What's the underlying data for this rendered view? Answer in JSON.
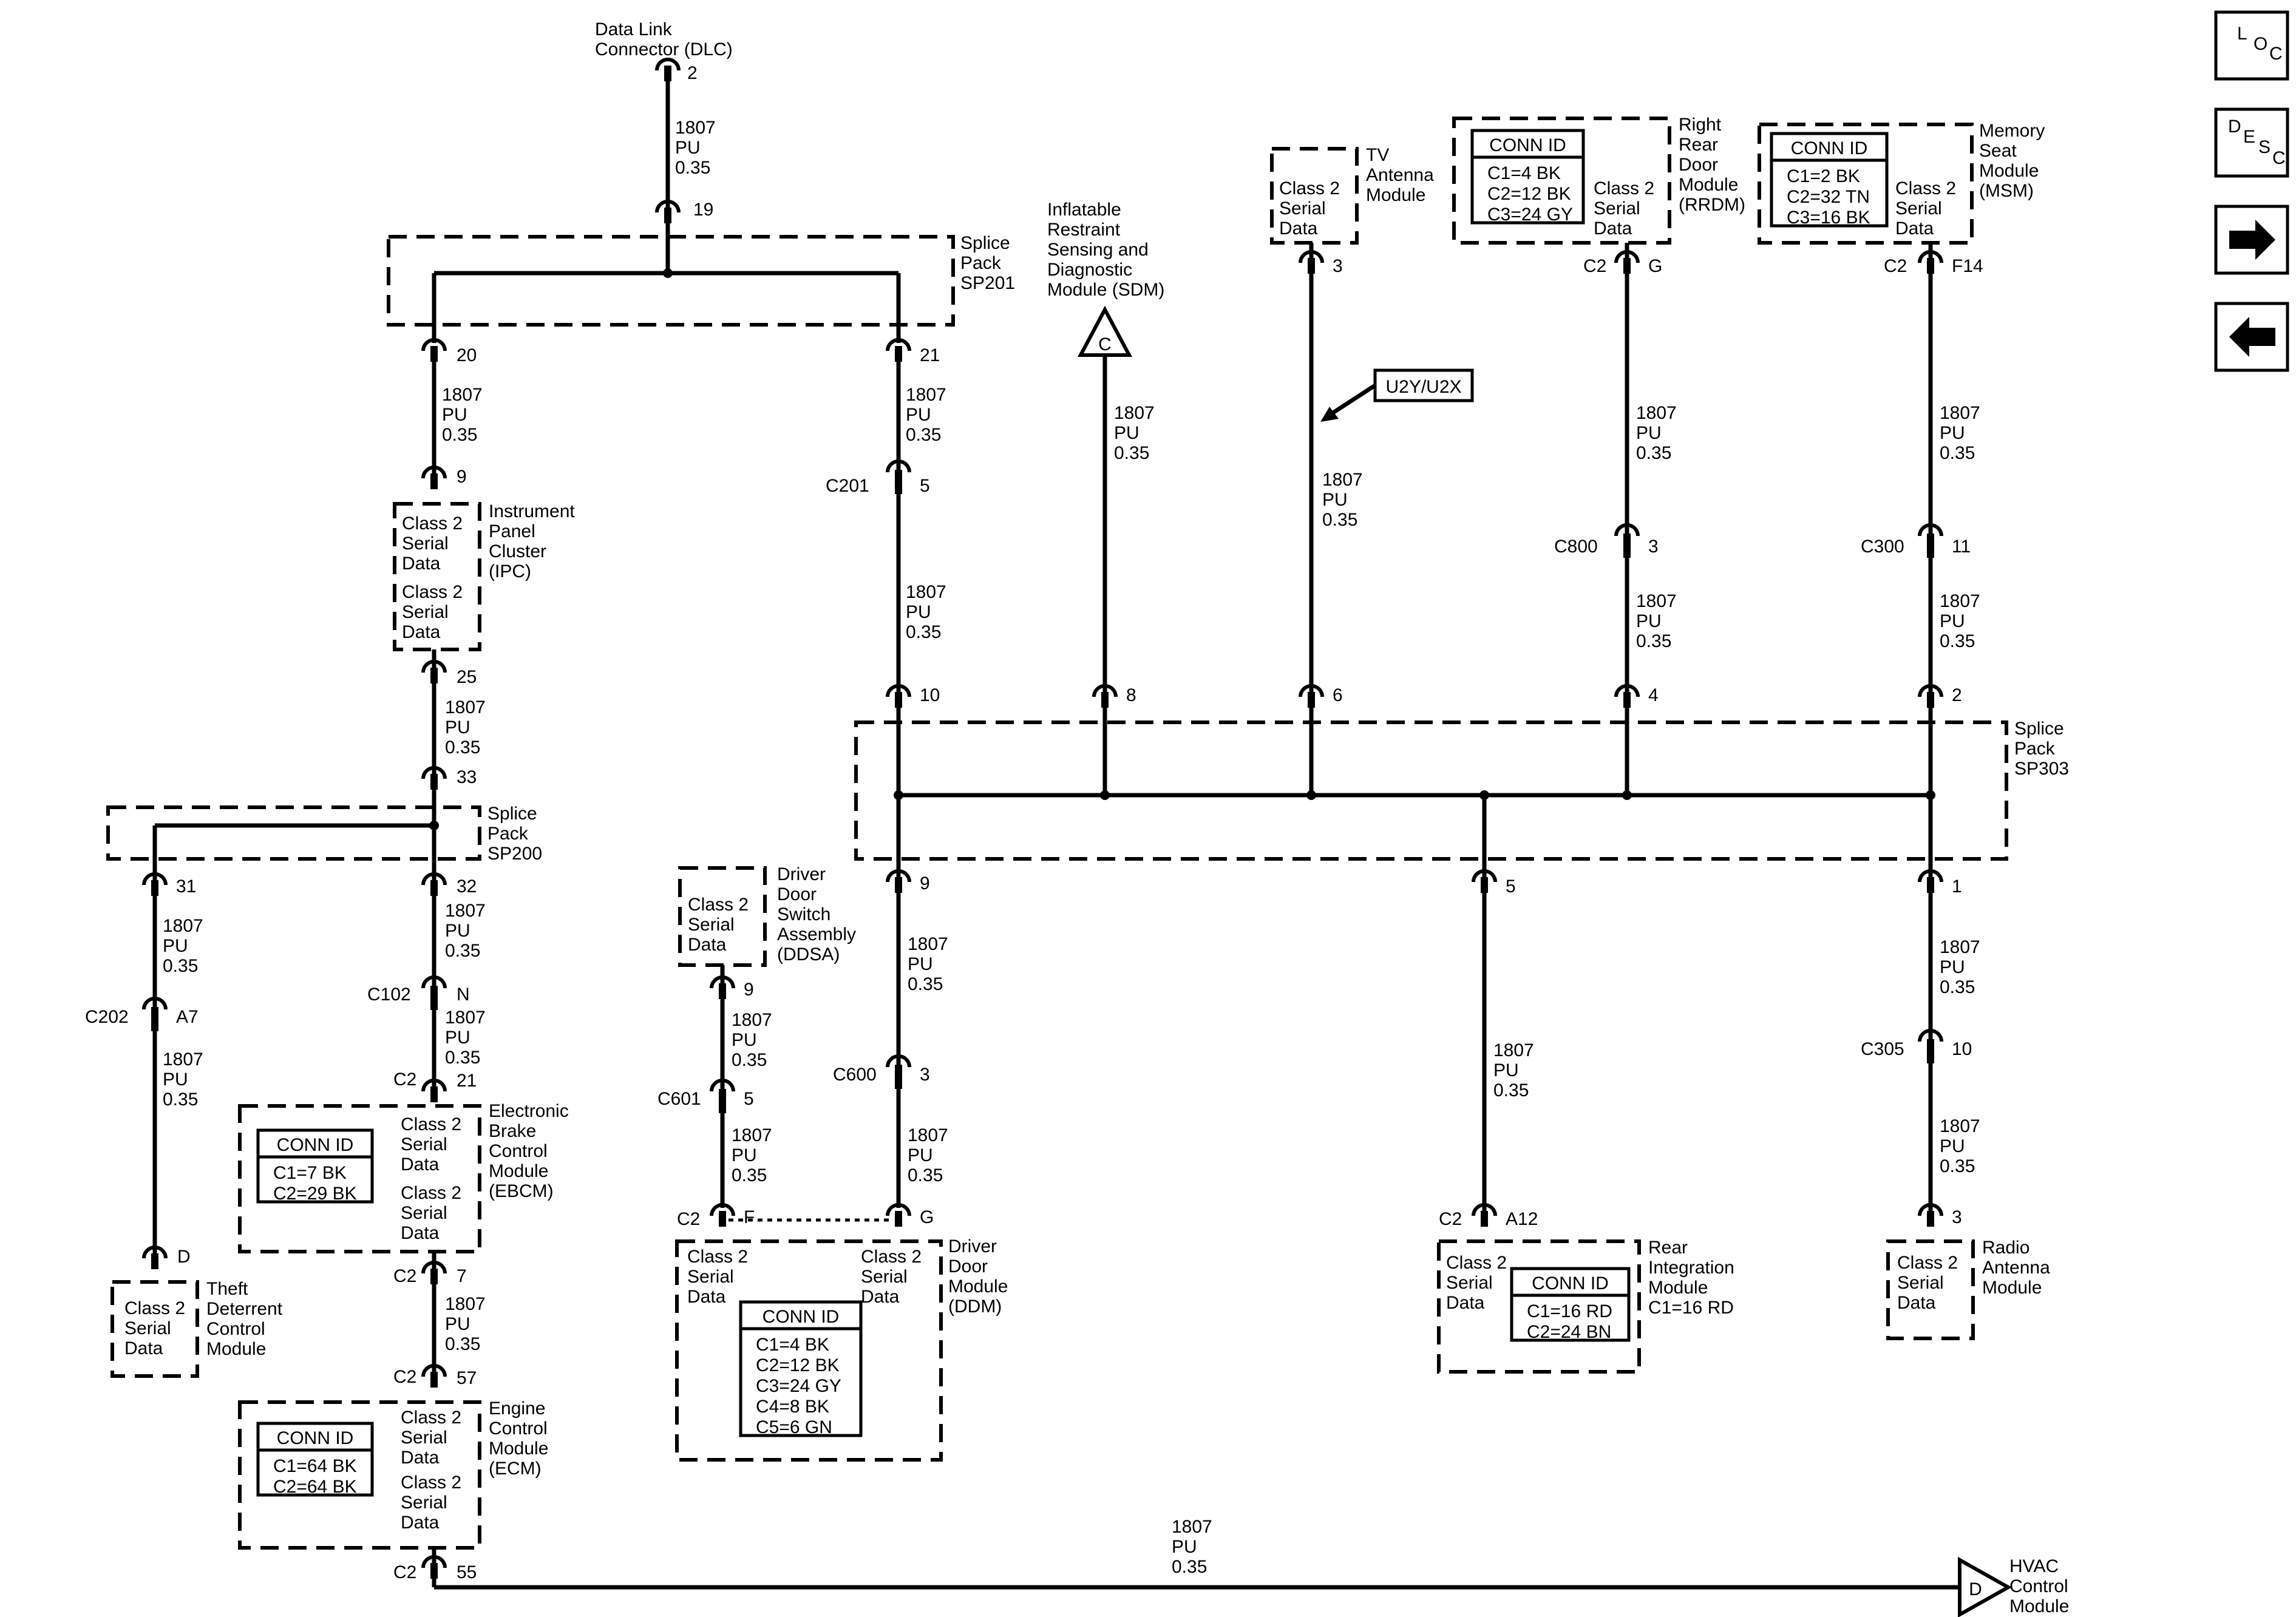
{
  "diagram": {
    "wire": {
      "circuit": "1807",
      "color": "PU",
      "gauge": "0.35"
    },
    "csd": [
      "Class 2",
      "Serial",
      "Data"
    ],
    "conn_id_title": "CONN ID",
    "dlc": {
      "name": [
        "Data Link",
        "Connector (DLC)"
      ],
      "pin": "2"
    },
    "sp201": {
      "name": [
        "Splice",
        "Pack",
        "SP201"
      ],
      "pins": {
        "top": "19",
        "left": "20",
        "right": "21"
      }
    },
    "sp200": {
      "name": [
        "Splice",
        "Pack",
        "SP200"
      ],
      "pins": {
        "top": "33",
        "left": "31",
        "right": "32"
      }
    },
    "sp303": {
      "name": [
        "Splice",
        "Pack",
        "SP303"
      ],
      "pins": {
        "p10": "10",
        "p8": "8",
        "p6": "6",
        "p4": "4",
        "p2": "2",
        "p9": "9",
        "p5": "5",
        "p1": "1"
      }
    },
    "ipc": {
      "name": [
        "Instrument",
        "Panel",
        "Cluster",
        "(IPC)"
      ],
      "pin_top": "9",
      "pin_bottom": "25"
    },
    "ebcm": {
      "name": [
        "Electronic",
        "Brake",
        "Control",
        "Module",
        "(EBCM)"
      ],
      "conn_id": [
        "C1=7 BK",
        "C2=29 BK"
      ],
      "top_conn": "C2",
      "top_pin": "21",
      "bottom_conn": "C2",
      "bottom_pin": "7"
    },
    "ecm": {
      "name": [
        "Engine",
        "Control",
        "Module",
        "(ECM)"
      ],
      "conn_id": [
        "C1=64 BK",
        "C2=64 BK"
      ],
      "top_conn": "C2",
      "top_pin": "57",
      "bottom_conn": "C2",
      "bottom_pin": "55"
    },
    "tdcm": {
      "name": [
        "Theft",
        "Deterrent",
        "Control",
        "Module"
      ],
      "pin": "D"
    },
    "sdm": {
      "name": [
        "Inflatable",
        "Restraint",
        "Sensing and",
        "Diagnostic",
        "Module (SDM)"
      ],
      "ref": "C"
    },
    "tv": {
      "name": [
        "TV",
        "Antenna",
        "Module"
      ],
      "pin": "3",
      "option": "U2Y/U2X"
    },
    "rrdm": {
      "name": [
        "Right",
        "Rear",
        "Door",
        "Module",
        "(RRDM)"
      ],
      "conn_id": [
        "C1=4 BK",
        "C2=12 BK",
        "C3=24 GY"
      ],
      "conn": "C2",
      "pin": "G"
    },
    "msm": {
      "name": [
        "Memory",
        "Seat",
        "Module",
        "(MSM)"
      ],
      "conn_id": [
        "C1=2 BK",
        "C2=32 TN",
        "C3=16 BK"
      ],
      "conn": "C2",
      "pin": "F14"
    },
    "ddsa": {
      "name": [
        "Driver",
        "Door",
        "Switch",
        "Assembly",
        "(DDSA)"
      ],
      "pin": "9"
    },
    "ddm": {
      "name": [
        "Driver",
        "Door",
        "Module",
        "(DDM)"
      ],
      "conn_id": [
        "C1=4 BK",
        "C2=12 BK",
        "C3=24 GY",
        "C4=8 BK",
        "C5=6 GN"
      ],
      "left_conn": "C2",
      "left_pin": "F",
      "right_pin": "G"
    },
    "rim": {
      "name": [
        "Rear",
        "Integration",
        "Module",
        "C1=16 RD"
      ],
      "conn_id": [
        "C1=16 RD",
        "C2=24 BN"
      ],
      "conn": "C2",
      "pin": "A12"
    },
    "ram": {
      "name": [
        "Radio",
        "Antenna",
        "Module"
      ],
      "pin": "3"
    },
    "hvac": {
      "name": [
        "HVAC",
        "Control",
        "Module"
      ],
      "ref": "D"
    },
    "inline": {
      "c201": {
        "id": "C201",
        "pin": "5"
      },
      "c102": {
        "id": "C102",
        "pin": "N"
      },
      "c202": {
        "id": "C202",
        "pin": "A7"
      },
      "c601": {
        "id": "C601",
        "pin": "5"
      },
      "c600": {
        "id": "C600",
        "pin": "3"
      },
      "c800": {
        "id": "C800",
        "pin": "3"
      },
      "c300": {
        "id": "C300",
        "pin": "11"
      },
      "c305": {
        "id": "C305",
        "pin": "10"
      }
    }
  },
  "nav": {
    "loc": [
      "L",
      "O",
      "C"
    ],
    "desc": [
      "D",
      "E",
      "S",
      "C"
    ],
    "forward": "→",
    "back": "←"
  }
}
